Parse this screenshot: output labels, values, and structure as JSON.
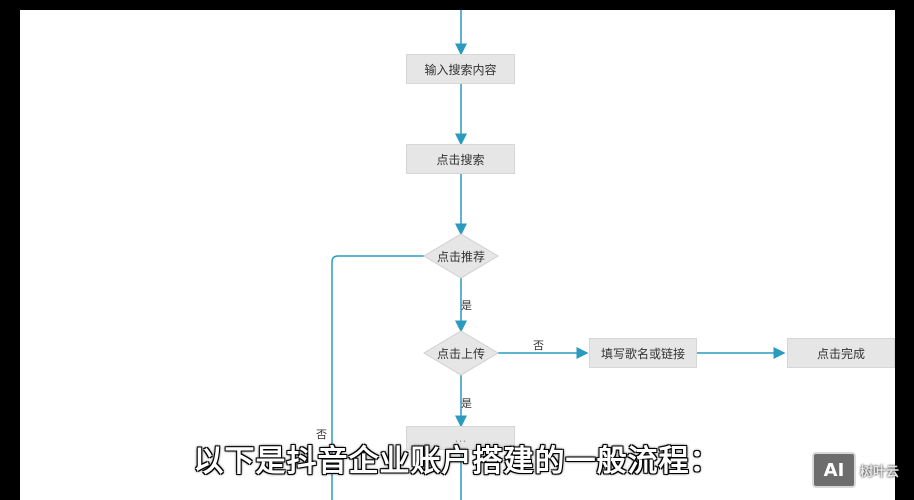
{
  "colors": {
    "frame": "#000000",
    "canvas": "#ffffff",
    "node_fill": "#e6e6e6",
    "node_border": "#d6d6d6",
    "connector": "#2a9bbf",
    "subtitle": "#ffffff"
  },
  "diagram": {
    "nodes": {
      "input_search": "输入搜索内容",
      "click_search": "点击搜索",
      "click_recommend": "点击推荐",
      "click_upload": "点击上传",
      "fill_song": "填写歌名或链接",
      "click_done": "点击完成",
      "partial_node": "…"
    },
    "edge_labels": {
      "recommend_yes": "是",
      "upload_yes": "是",
      "upload_no": "否",
      "recommend_no": "否"
    }
  },
  "subtitle": "以下是抖音企业账户搭建的一般流程：",
  "watermark": {
    "logo": "AI",
    "name": "树叶云"
  }
}
